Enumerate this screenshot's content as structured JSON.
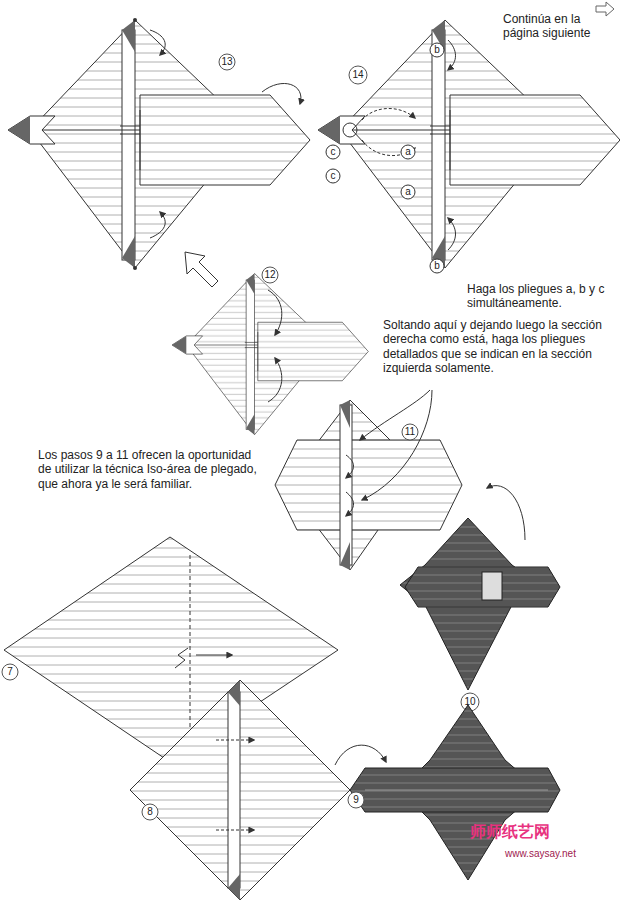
{
  "diagram": {
    "labels": [
      "13",
      "Continúa en la página siguiente",
      "14",
      "b",
      "a",
      "a",
      "c",
      "c",
      "b",
      "Haga los pliegues a, b y c simultáneamente.",
      "12",
      "Soltando aquí y dejando luego la sección derecha como está, haga los pliegues detallados que se indican en la sección izquierda solamente.",
      "11",
      "Los pasos 9 a 11 ofrecen la oportunidad de utilizar la técnica Iso-área de plegado, que ahora ya le será familiar.",
      "10",
      "7",
      "8",
      "9",
      "师师纸艺网",
      "www.saysay.net"
    ]
  }
}
